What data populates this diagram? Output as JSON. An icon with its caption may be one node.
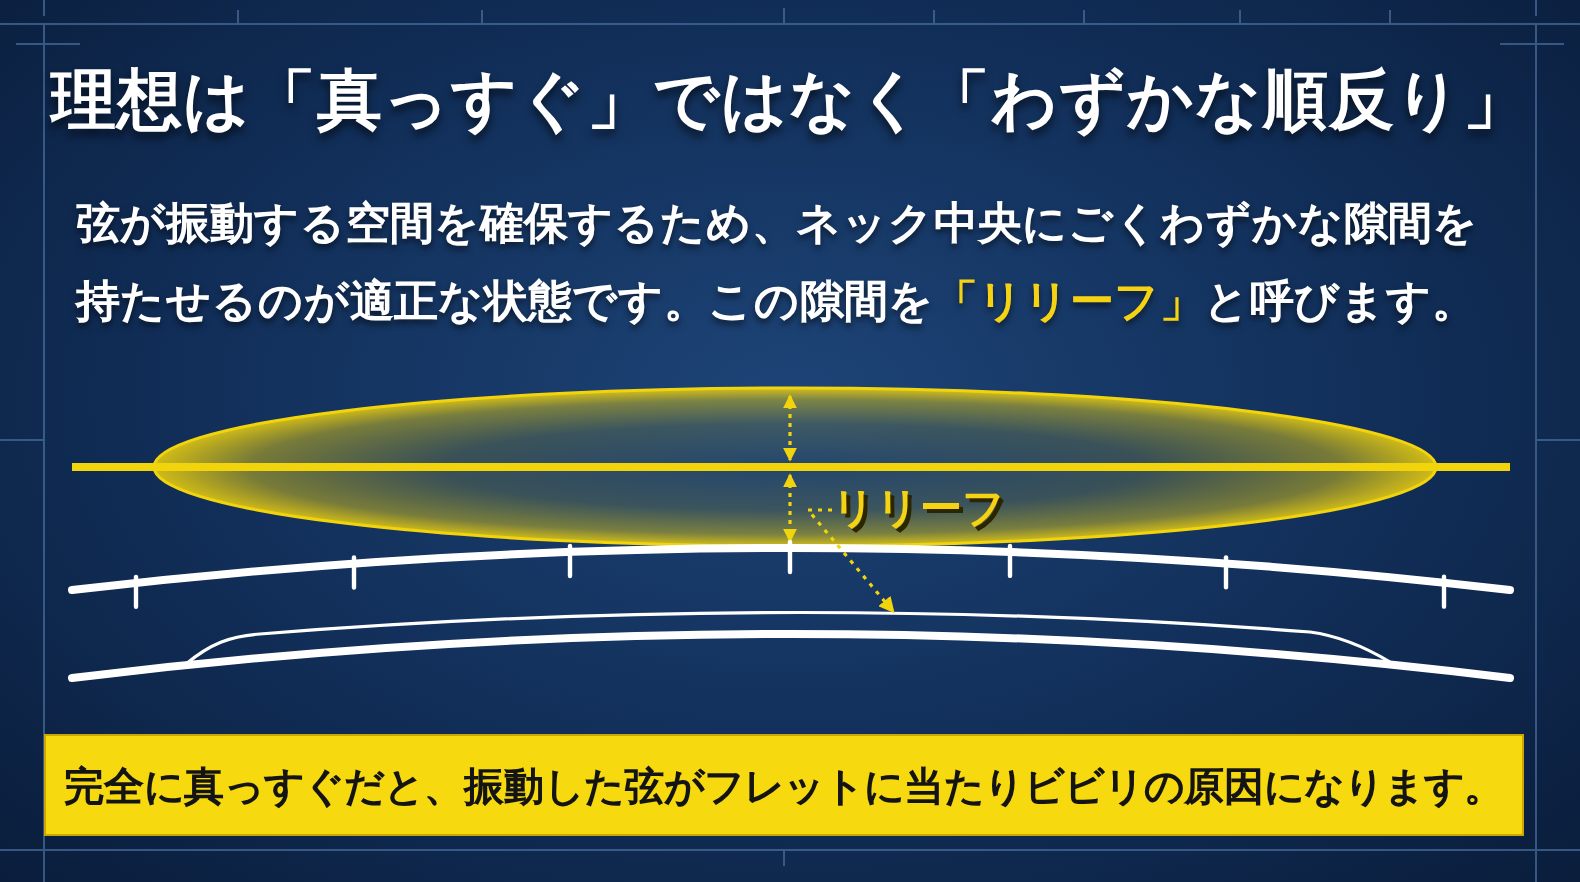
{
  "diagram": {
    "title": "理想は「真っすぐ」ではなく「わずかな順反り」",
    "nodes": [
      {
        "text": [
          "リリーフ"
        ]
      },
      {
        "text": [],
        "shape": "picture"
      },
      {
        "text": [
          "完全に真っすぐだと、振動した弦がフレットに当たりビビリの原因になります。"
        ]
      }
    ],
    "edges": [
      {
        "from": 0,
        "to": 1,
        "arrow": "to",
        "style": "dashed"
      }
    ],
    "labels": [
      "弦が振動する空間を確保するため、ネック中央にごくわずかな隙間を持たせるのが適正な状態です。この隙間を**「リリーフ」**と呼びます。"
    ]
  }
}
